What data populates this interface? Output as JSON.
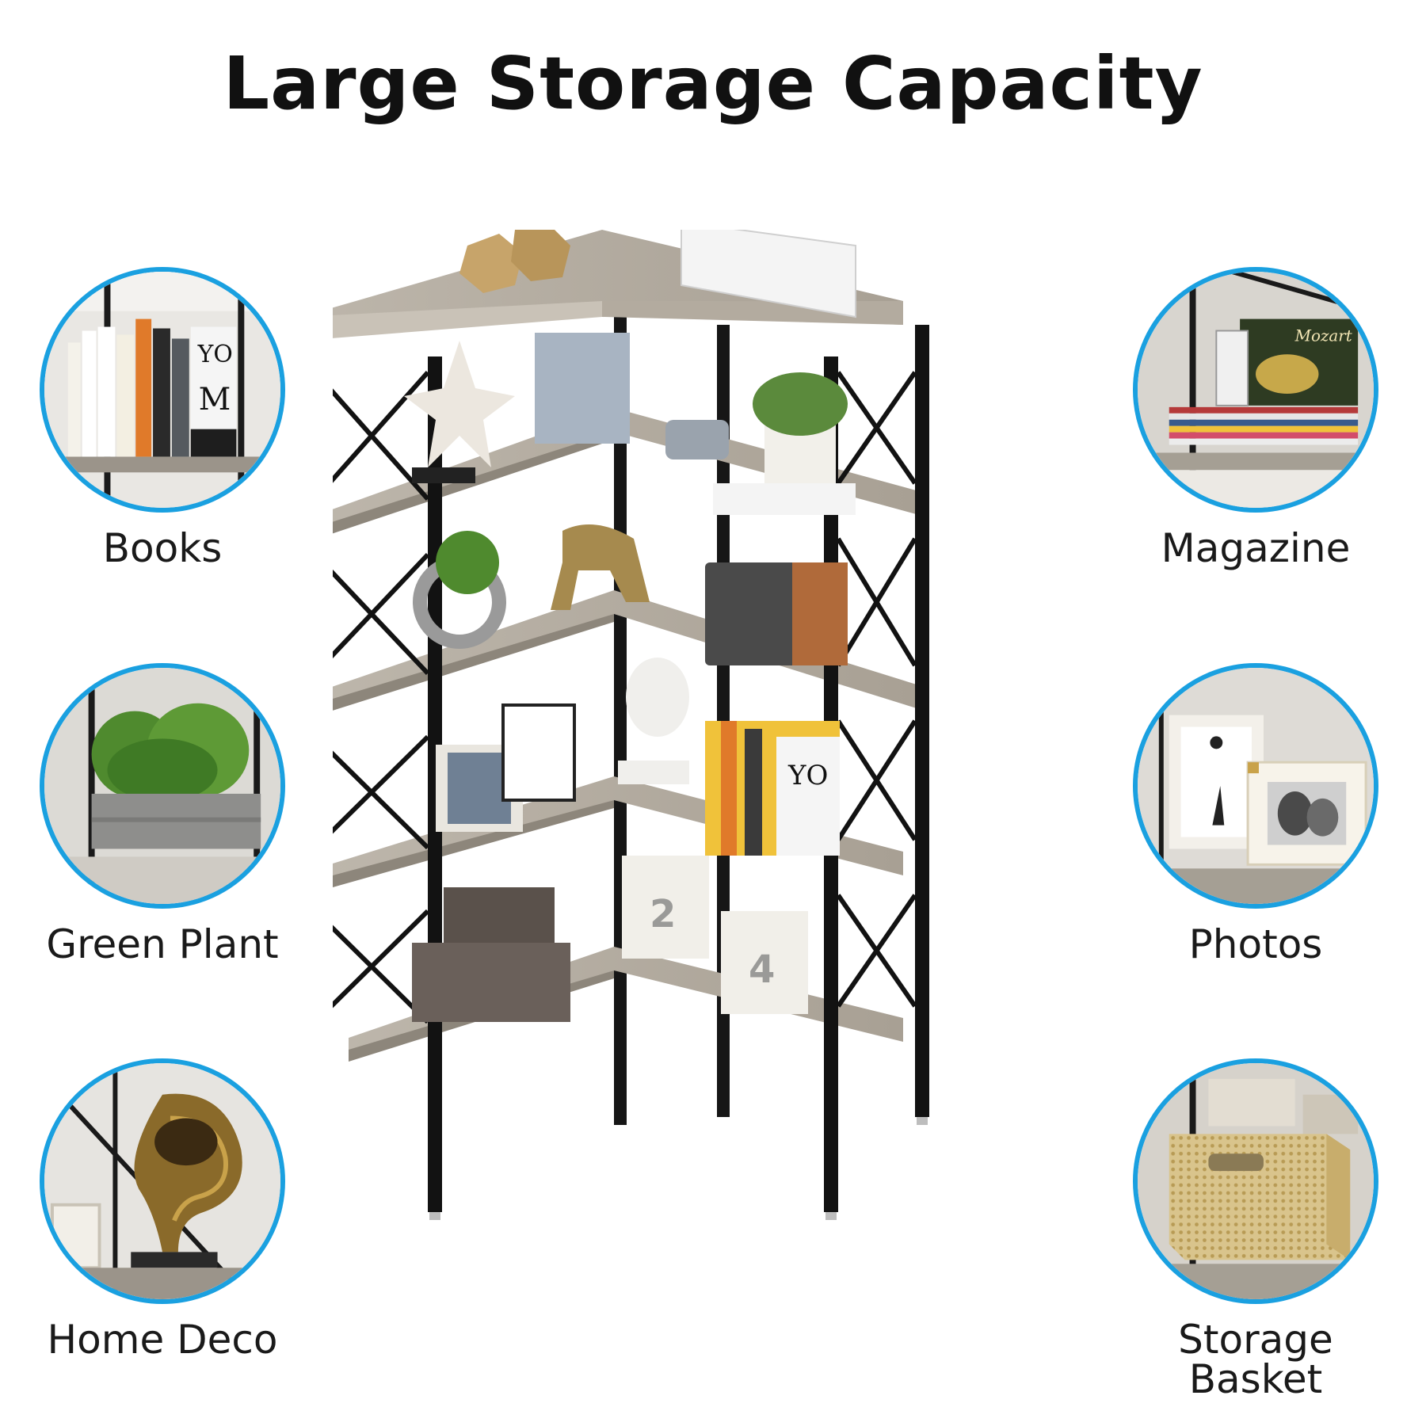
{
  "headline": "Large Storage Capacity",
  "accent_color": "#1aa0e0",
  "features": {
    "books": {
      "label": "Books",
      "icon": "books-icon"
    },
    "green_plant": {
      "label": "Green Plant",
      "icon": "plant-icon"
    },
    "home_deco": {
      "label": "Home Deco",
      "icon": "gramophone-icon"
    },
    "magazine": {
      "label": "Magazine",
      "icon": "magazine-icon"
    },
    "photos": {
      "label": "Photos",
      "icon": "photo-frame-icon"
    },
    "storage_basket": {
      "label": "Storage\nBasket",
      "icon": "basket-icon"
    }
  }
}
